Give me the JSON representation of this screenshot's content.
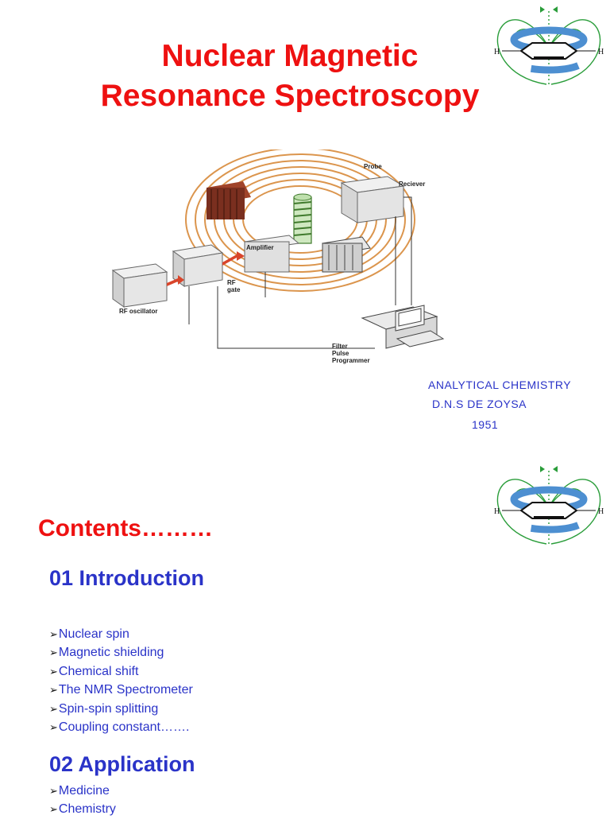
{
  "slide1": {
    "title_line1": "Nuclear Magnetic",
    "title_line2": "Resonance Spectroscopy",
    "diagram": {
      "labels": {
        "probe": "Probe",
        "receiver": "Reciever",
        "amplifier": "Amplifier",
        "rf_oscillator": "RF oscillator",
        "rf_gate_1": "RF",
        "rf_gate_2": "gate",
        "filter": "Filter",
        "pulse": "Pulse",
        "programmer": "Programmer"
      }
    },
    "author": {
      "line1": "ANALYTICAL CHEMISTRY",
      "line2": "D.N.S DE ZOYSA",
      "line3": "1951"
    },
    "icon_label": "H"
  },
  "slide2": {
    "heading": "Contents………",
    "sections": [
      {
        "title": "01 Introduction",
        "items": [
          "Nuclear spin",
          "Magnetic shielding",
          "Chemical shift",
          "The NMR Spectrometer",
          "Spin-spin splitting",
          "Coupling constant……."
        ]
      },
      {
        "title": "02 Application",
        "items": [
          "Medicine",
          "Chemistry"
        ]
      }
    ]
  },
  "colors": {
    "title_red": "#ee1111",
    "text_blue": "#2a33c8",
    "ring_blue": "#4d8fd1",
    "field_green": "#2a9d3a",
    "coil_orange": "#d88a3a"
  },
  "bullet_glyph": "➢"
}
